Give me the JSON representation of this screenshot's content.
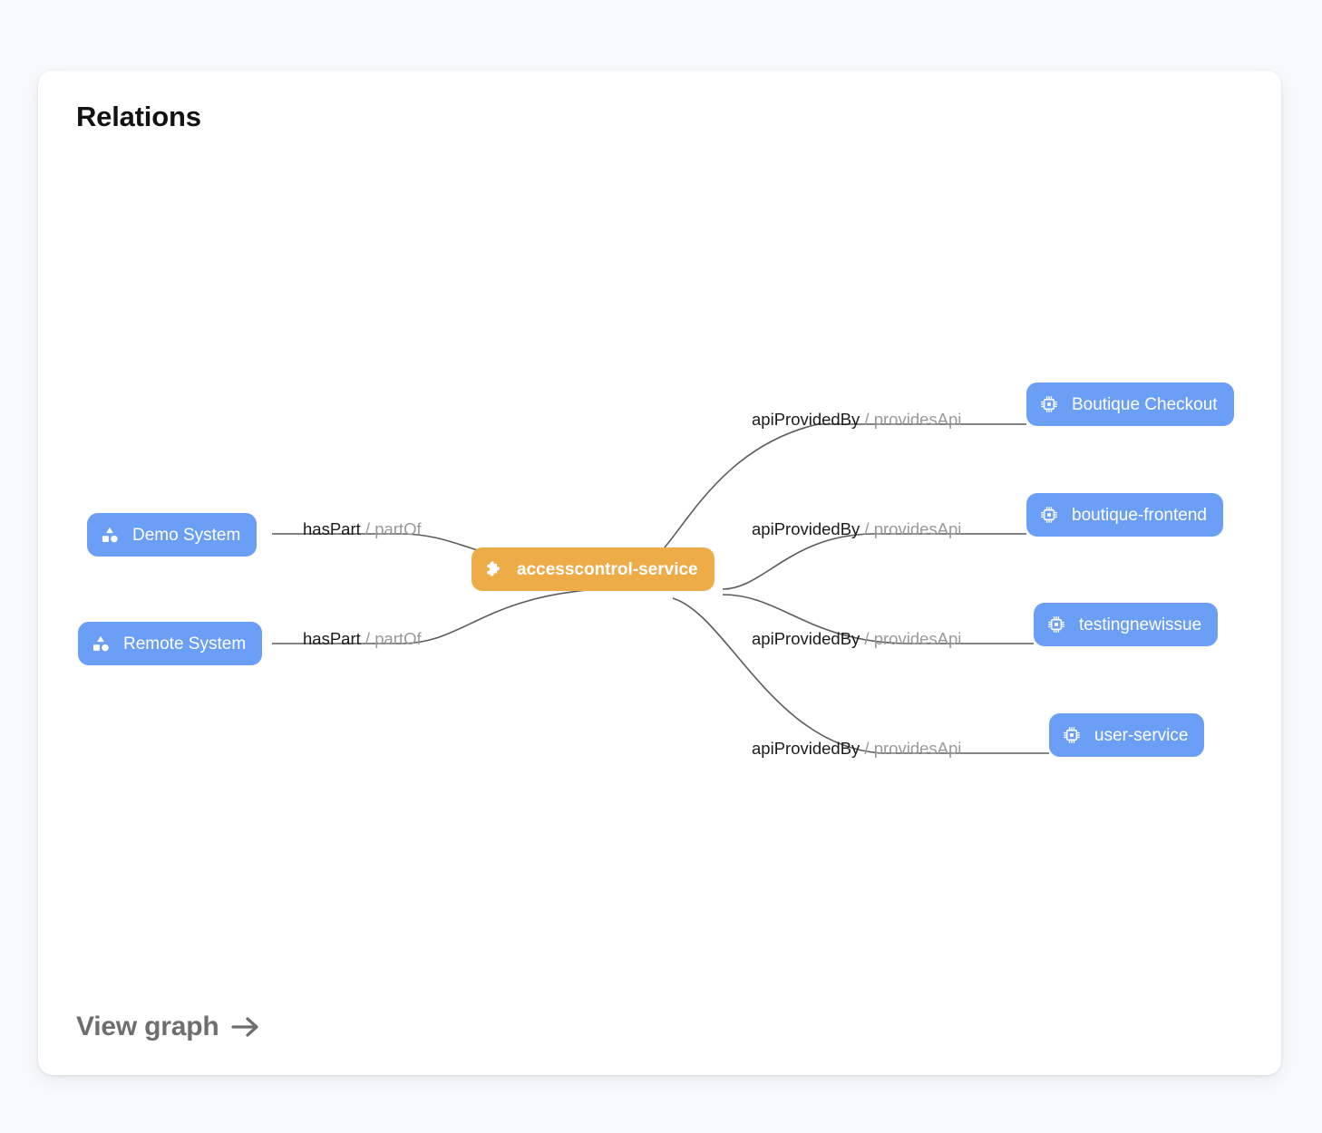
{
  "card": {
    "title": "Relations",
    "footer_link": {
      "label": "View graph",
      "icon": "arrow-right-icon"
    }
  },
  "colors": {
    "page_background": "#f7f9fc",
    "card_background": "#ffffff",
    "entity_blue": "#6b9ef5",
    "focus_orange": "#eeac49",
    "edge_stroke": "#5b5b5b",
    "label_primary": "#1b1b1b",
    "label_secondary": "#9a9a9a",
    "title_text": "#121212",
    "footer_text": "#6e6e6e"
  },
  "graph": {
    "focus_node": {
      "id": "accesscontrol-service",
      "label": "accesscontrol-service",
      "kind": "focus",
      "icon": "puzzle-piece-icon"
    },
    "left_nodes": [
      {
        "id": "demo-system",
        "label": "Demo System",
        "kind": "system",
        "icon": "shapes-icon"
      },
      {
        "id": "remote-system",
        "label": "Remote System",
        "kind": "system",
        "icon": "shapes-icon"
      }
    ],
    "right_nodes": [
      {
        "id": "boutique-checkout",
        "label": "Boutique Checkout",
        "kind": "component",
        "icon": "chip-icon"
      },
      {
        "id": "boutique-frontend",
        "label": "boutique-frontend",
        "kind": "component",
        "icon": "chip-icon"
      },
      {
        "id": "testingnewissue",
        "label": "testingnewissue",
        "kind": "component",
        "icon": "chip-icon"
      },
      {
        "id": "user-service",
        "label": "user-service",
        "kind": "component",
        "icon": "chip-icon"
      }
    ],
    "edges": [
      {
        "id": "edge-demo-system",
        "source": "demo-system",
        "target": "accesscontrol-service",
        "forward": "hasPart",
        "separator": " / ",
        "reverse": "partOf"
      },
      {
        "id": "edge-remote-system",
        "source": "remote-system",
        "target": "accesscontrol-service",
        "forward": "hasPart",
        "separator": " / ",
        "reverse": "partOf"
      },
      {
        "id": "edge-boutique-checkout",
        "source": "accesscontrol-service",
        "target": "boutique-checkout",
        "forward": "apiProvidedBy",
        "separator": " / ",
        "reverse": "providesApi"
      },
      {
        "id": "edge-boutique-frontend",
        "source": "accesscontrol-service",
        "target": "boutique-frontend",
        "forward": "apiProvidedBy",
        "separator": " / ",
        "reverse": "providesApi"
      },
      {
        "id": "edge-testingnewissue",
        "source": "accesscontrol-service",
        "target": "testingnewissue",
        "forward": "apiProvidedBy",
        "separator": " / ",
        "reverse": "providesApi"
      },
      {
        "id": "edge-user-service",
        "source": "accesscontrol-service",
        "target": "user-service",
        "forward": "apiProvidedBy",
        "separator": " / ",
        "reverse": "providesApi"
      }
    ]
  }
}
